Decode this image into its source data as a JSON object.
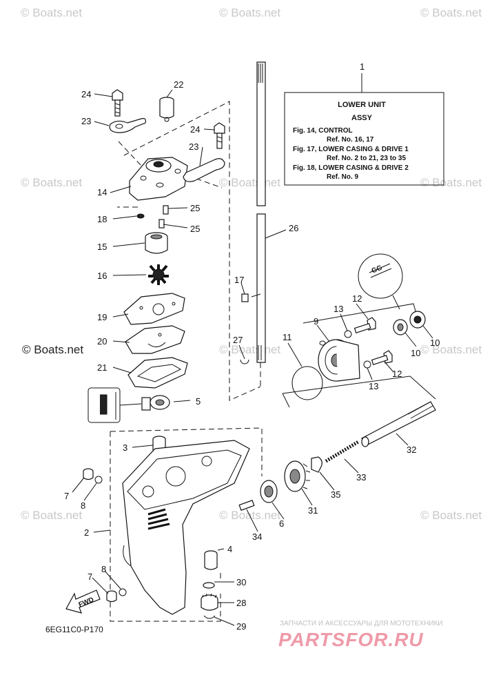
{
  "watermarks": [
    {
      "text": "© Boats.net",
      "tone": "light"
    },
    {
      "text": "© Boats.net",
      "tone": "light"
    },
    {
      "text": "© Boats.net",
      "tone": "light"
    },
    {
      "text": "© Boats.net",
      "tone": "light"
    },
    {
      "text": "© Boats.net",
      "tone": "light"
    },
    {
      "text": "© Boats.net",
      "tone": "light"
    },
    {
      "text": "© Boats.net",
      "tone": "light"
    },
    {
      "text": "© Boats.net",
      "tone": "light"
    },
    {
      "text": "© Boats.net",
      "tone": "light"
    },
    {
      "text": "© Boats.net",
      "tone": "light"
    },
    {
      "text": "© Boats.net",
      "tone": "dark"
    }
  ],
  "info_box": {
    "title_line1": "LOWER UNIT",
    "title_line2": "ASSY",
    "lines": [
      "Fig. 14, CONTROL",
      "Ref. No. 16, 17",
      "Fig. 17, LOWER CASING & DRIVE 1",
      "Ref. No. 2 to 21, 23 to 35",
      "Fig. 18, LOWER CASING & DRIVE 2",
      "Ref. No. 9"
    ]
  },
  "callouts": {
    "c1": "1",
    "c2": "2",
    "c3": "3",
    "c4": "4",
    "c5": "5",
    "c6": "6",
    "c7a": "7",
    "c7b": "7",
    "c8a": "8",
    "c8b": "8",
    "c9": "9",
    "c10a": "10",
    "c10b": "10",
    "c11": "11",
    "c12a": "12",
    "c12b": "12",
    "c13a": "13",
    "c13b": "13",
    "c14": "14",
    "c15": "15",
    "c16": "16",
    "c17": "17",
    "c18": "18",
    "c19": "19",
    "c20": "20",
    "c21": "21",
    "c22": "22",
    "c23a": "23",
    "c23b": "23",
    "c24a": "24",
    "c24b": "24",
    "c25a": "25",
    "c25b": "25",
    "c26": "26",
    "c27": "27",
    "c28": "28",
    "c29": "29",
    "c30": "30",
    "c31": "31",
    "c32": "32",
    "c33": "33",
    "c34": "34",
    "c35": "35"
  },
  "seal_tag": "GG",
  "fwd_label": "FWD",
  "diagram_code": "6EG11C0-P170",
  "partsfor_tagline": "ЗАПЧАСТИ И АКСЕССУАРЫ ДЛЯ МОТОТЕХНИКИ",
  "partsfor_logo": "PARTSFOR.RU",
  "colors": {
    "logo": "#ef9aa8",
    "watermark": "#c8c8c8",
    "ink": "#111111"
  }
}
